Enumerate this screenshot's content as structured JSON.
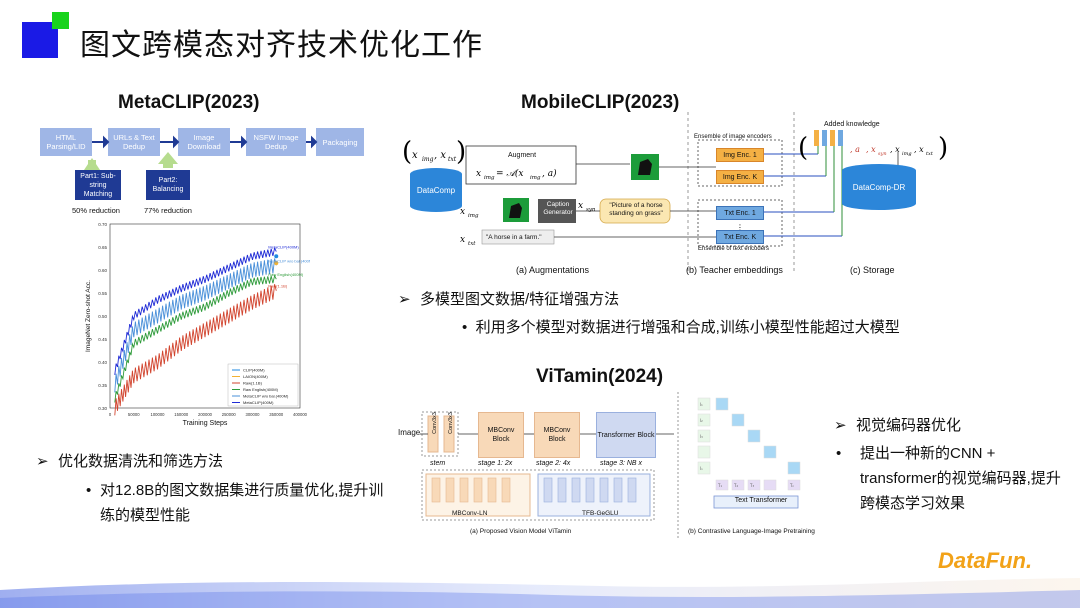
{
  "slide": {
    "title": "图文跨模态对齐技术优化工作",
    "brand": "DataFun."
  },
  "metaclip": {
    "heading": "MetaCLIP(2023)",
    "flow": [
      "HTML Parsing/LID",
      "URLs & Text Dedup",
      "Image Download",
      "NSFW Image Dedup",
      "Packaging"
    ],
    "parts": [
      {
        "label": "Part1: Sub-string Matching",
        "reduction": "50% reduction"
      },
      {
        "label": "Part2: Balancing",
        "reduction": "77% reduction"
      }
    ],
    "chart": {
      "ylabel": "ImageNet Zero-shot Acc.",
      "xlabel": "Training Steps",
      "yticks": [
        "0.30",
        "0.35",
        "0.40",
        "0.45",
        "0.50",
        "0.55",
        "0.60",
        "0.65",
        "0.70"
      ],
      "xticks": [
        "0",
        "50000",
        "100000",
        "150000",
        "200000",
        "250000",
        "300000",
        "350000",
        "400000"
      ],
      "legend": [
        "CLIP(400M)",
        "LAION(400M)",
        "Raw(1.1B)",
        "Raw English(400M)",
        "MetaCLIP w/o bal.(400M)",
        "MetaCLIP(400M)"
      ],
      "end_labels": [
        "MetaCLIP(400M)",
        "MetaCLIP w/o bal.(400M)",
        "Raw English(400M)",
        "Raw(1.1B)"
      ]
    },
    "bullet": "优化数据清洗和筛选方法",
    "sub": "对12.8B的图文数据集进行质量优化,提升训练的模型性能"
  },
  "chart_data": {
    "type": "line",
    "xlabel": "Training Steps",
    "ylabel": "ImageNet Zero-shot Acc.",
    "xlim": [
      0,
      400000
    ],
    "ylim": [
      0.3,
      0.7
    ],
    "x": [
      10000,
      50000,
      100000,
      150000,
      200000,
      250000,
      300000,
      350000
    ],
    "series": [
      {
        "name": "MetaCLIP(400M)",
        "color": "#1f2bd6",
        "values": [
          0.38,
          0.5,
          0.535,
          0.56,
          0.58,
          0.605,
          0.63,
          0.64
        ]
      },
      {
        "name": "MetaCLIP w/o bal.(400M)",
        "color": "#4a90d9",
        "values": [
          0.35,
          0.47,
          0.5,
          0.53,
          0.55,
          0.575,
          0.6,
          0.61
        ]
      },
      {
        "name": "Raw English(400M)",
        "color": "#2e9b3a",
        "values": [
          0.32,
          0.44,
          0.47,
          0.5,
          0.52,
          0.55,
          0.575,
          0.58
        ]
      },
      {
        "name": "Raw(1.1B)",
        "color": "#d2452f",
        "values": [
          0.3,
          0.37,
          0.4,
          0.44,
          0.47,
          0.5,
          0.53,
          0.555
        ]
      }
    ],
    "points": [
      {
        "name": "CLIP(400M)",
        "color": "#1f8ae0",
        "x": 350000,
        "y": 0.63
      },
      {
        "name": "LAION(400M)",
        "color": "#f2b233",
        "x": 350000,
        "y": 0.615
      }
    ]
  },
  "mobileclip": {
    "heading": "MobileCLIP(2023)",
    "augment": "Augment",
    "datacomp": "DataComp",
    "datacomp_dr": "DataComp-DR",
    "caption_gen": "Caption Generator",
    "caption_text": "\"Picture of a horse standing on grass\"",
    "txt_caption": "\"A horse in a farm.\"",
    "img_ens": "Ensemble of image encoders",
    "txt_ens": "Ensemble of text encoders",
    "img_enc_1": "Img Enc. 1",
    "img_enc_k": "Img Enc. K",
    "txt_enc_1": "Txt Enc. 1",
    "txt_enc_k": "Txt Enc. K",
    "added": "Added knowledge",
    "cap_a": "(a) Augmentations",
    "cap_b": "(b) Teacher embeddings",
    "cap_c": "(c) Storage",
    "bullet": "多模型图文数据/特征增强方法",
    "sub": "利用多个模型对数据进行增强和合成,训练小模型性能超过大模型"
  },
  "vitamin": {
    "heading": "ViTamin(2024)",
    "image": "Image",
    "stem": "stem",
    "conv1": "Conv3x3",
    "conv2": "Conv3x3",
    "mbconv1": "MBConv Block",
    "mbconv2": "MBConv Block",
    "transformer": "Transformer Block",
    "stage1": "stage 1: 2x",
    "stage2": "stage 2: 4x",
    "stage3": "stage 3: NB x",
    "mbconv_ln": "MBConv-LN",
    "tfb": "TFB-GeGLU",
    "text_transformer": "Text Transformer",
    "cap_a": "(a) Proposed Vision Model ViTamin",
    "cap_b": "(b) Contrastive Language-Image Pretraining",
    "bullet": "视觉编码器优化",
    "sub": "提出一种新的CNN + transformer的视觉编码器,提升跨模态学习效果"
  }
}
